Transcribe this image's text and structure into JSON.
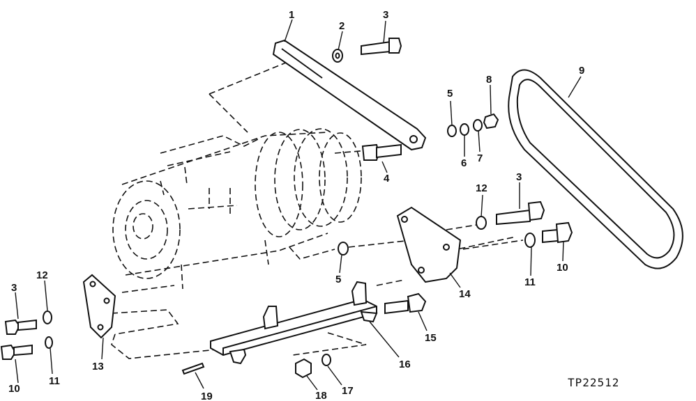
{
  "diagram": {
    "reference_code": "TP22512",
    "labels": [
      "1",
      "2",
      "3",
      "4",
      "5",
      "6",
      "7",
      "8",
      "9",
      "12",
      "3",
      "5",
      "14",
      "11",
      "10",
      "3",
      "12",
      "11",
      "10",
      "13",
      "15",
      "16",
      "18",
      "17",
      "19"
    ]
  }
}
